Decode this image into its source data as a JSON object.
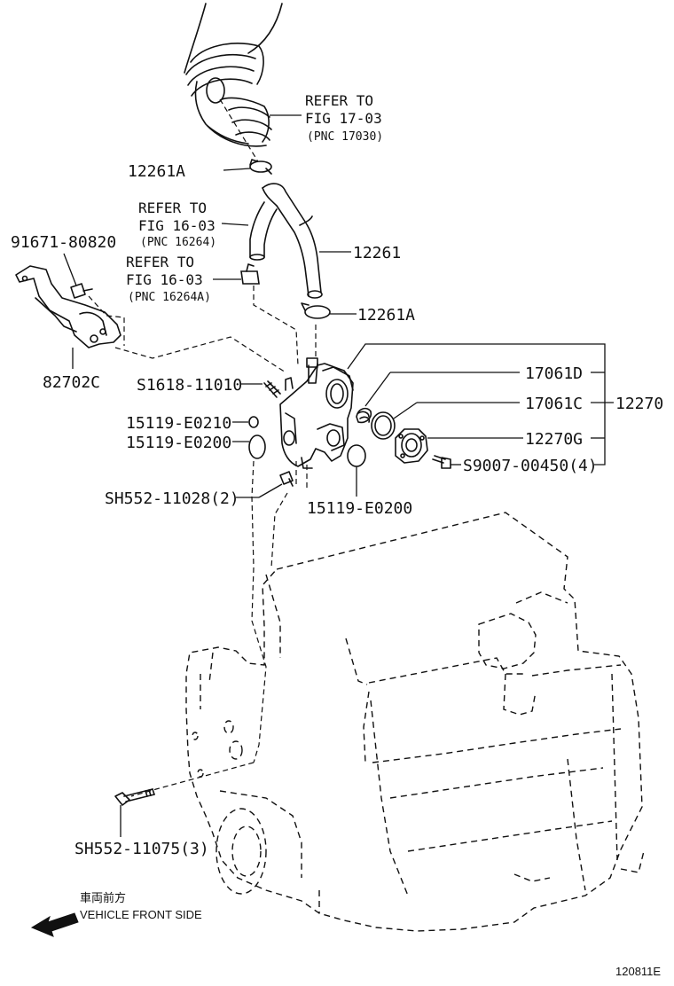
{
  "parts": {
    "p12261A_top": "12261A",
    "p12261": "12261",
    "p12261A_bottom": "12261A",
    "p91671": "91671-80820",
    "p82702C": "82702C",
    "pS1618": "S1618-11010",
    "p15119_E0210": "15119-E0210",
    "p15119_E0200_left": "15119-E0200",
    "pSH552_11028": "SH552-11028(2)",
    "p15119_E0200_bottom": "15119-E0200",
    "p17061D": "17061D",
    "p17061C": "17061C",
    "p12270": "12270",
    "p12270G": "12270G",
    "pS9007": "S9007-00450(4)",
    "pSH552_11075": "SH552-11075(3)"
  },
  "refs": {
    "ref1": {
      "line1": "REFER TO",
      "line2": "FIG 17-03",
      "pnc": "(PNC 17030)"
    },
    "ref2": {
      "line1": "REFER TO",
      "line2": "FIG 16-03",
      "pnc": "(PNC 16264)"
    },
    "ref3": {
      "line1": "REFER TO",
      "line2": "FIG 16-03",
      "pnc": "(PNC 16264A)"
    }
  },
  "direction": {
    "japanese": "車両前方",
    "english": "VEHICLE FRONT SIDE"
  },
  "figure_id": "120811E"
}
